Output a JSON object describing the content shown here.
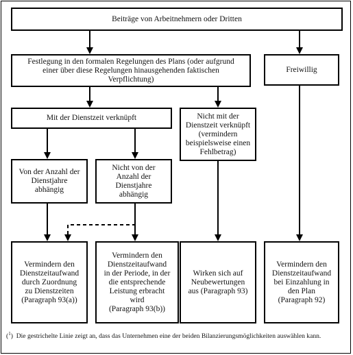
{
  "boxes": {
    "top": "Beiträge von Arbeitnehmern oder Dritten",
    "formal": "Festlegung in den formalen Regelungen des Plans (oder aufgrund\neiner über diese Regelungen hinausgehenden faktischen\nVerpflichtung)",
    "freiwillig": "Freiwillig",
    "mit_dienstzeit": "Mit der Dienstzeit verknüpft",
    "nicht_mit_dienstzeit": "Nicht mit der\nDienstzeit verknüpft\n(vermindern\nbeispielsweise einen\nFehlbetrag)",
    "von_anzahl": "Von der Anzahl der\nDienstjahre\nabhängig",
    "nicht_von_anzahl": "Nicht von der\nAnzahl der\nDienstjahre\nabhängig",
    "zuordnung": "Vermindern den\nDienstzeitaufwand\ndurch Zuordnung\nzu Dienstzeiten\n(Paragraph 93(a))",
    "periode": "Vermindern den\nDienstzeitaufwand\nin der Periode, in der\ndie entsprechende\nLeistung erbracht\nwird\n(Paragraph 93(b))",
    "neubewertungen": "Wirken sich auf\nNeubewertungen\naus (Paragraph 93)",
    "einzahlung": "Vermindern den\nDienstzeitaufwand\nbei Einzahlung in\nden Plan\n(Paragraph 92)"
  },
  "footnote": {
    "marker": "1",
    "text": "Die gestrichelte Linie zeigt an, dass das Unternehmen eine der beiden Bilanzierungsmöglichkeiten auswählen kann."
  }
}
